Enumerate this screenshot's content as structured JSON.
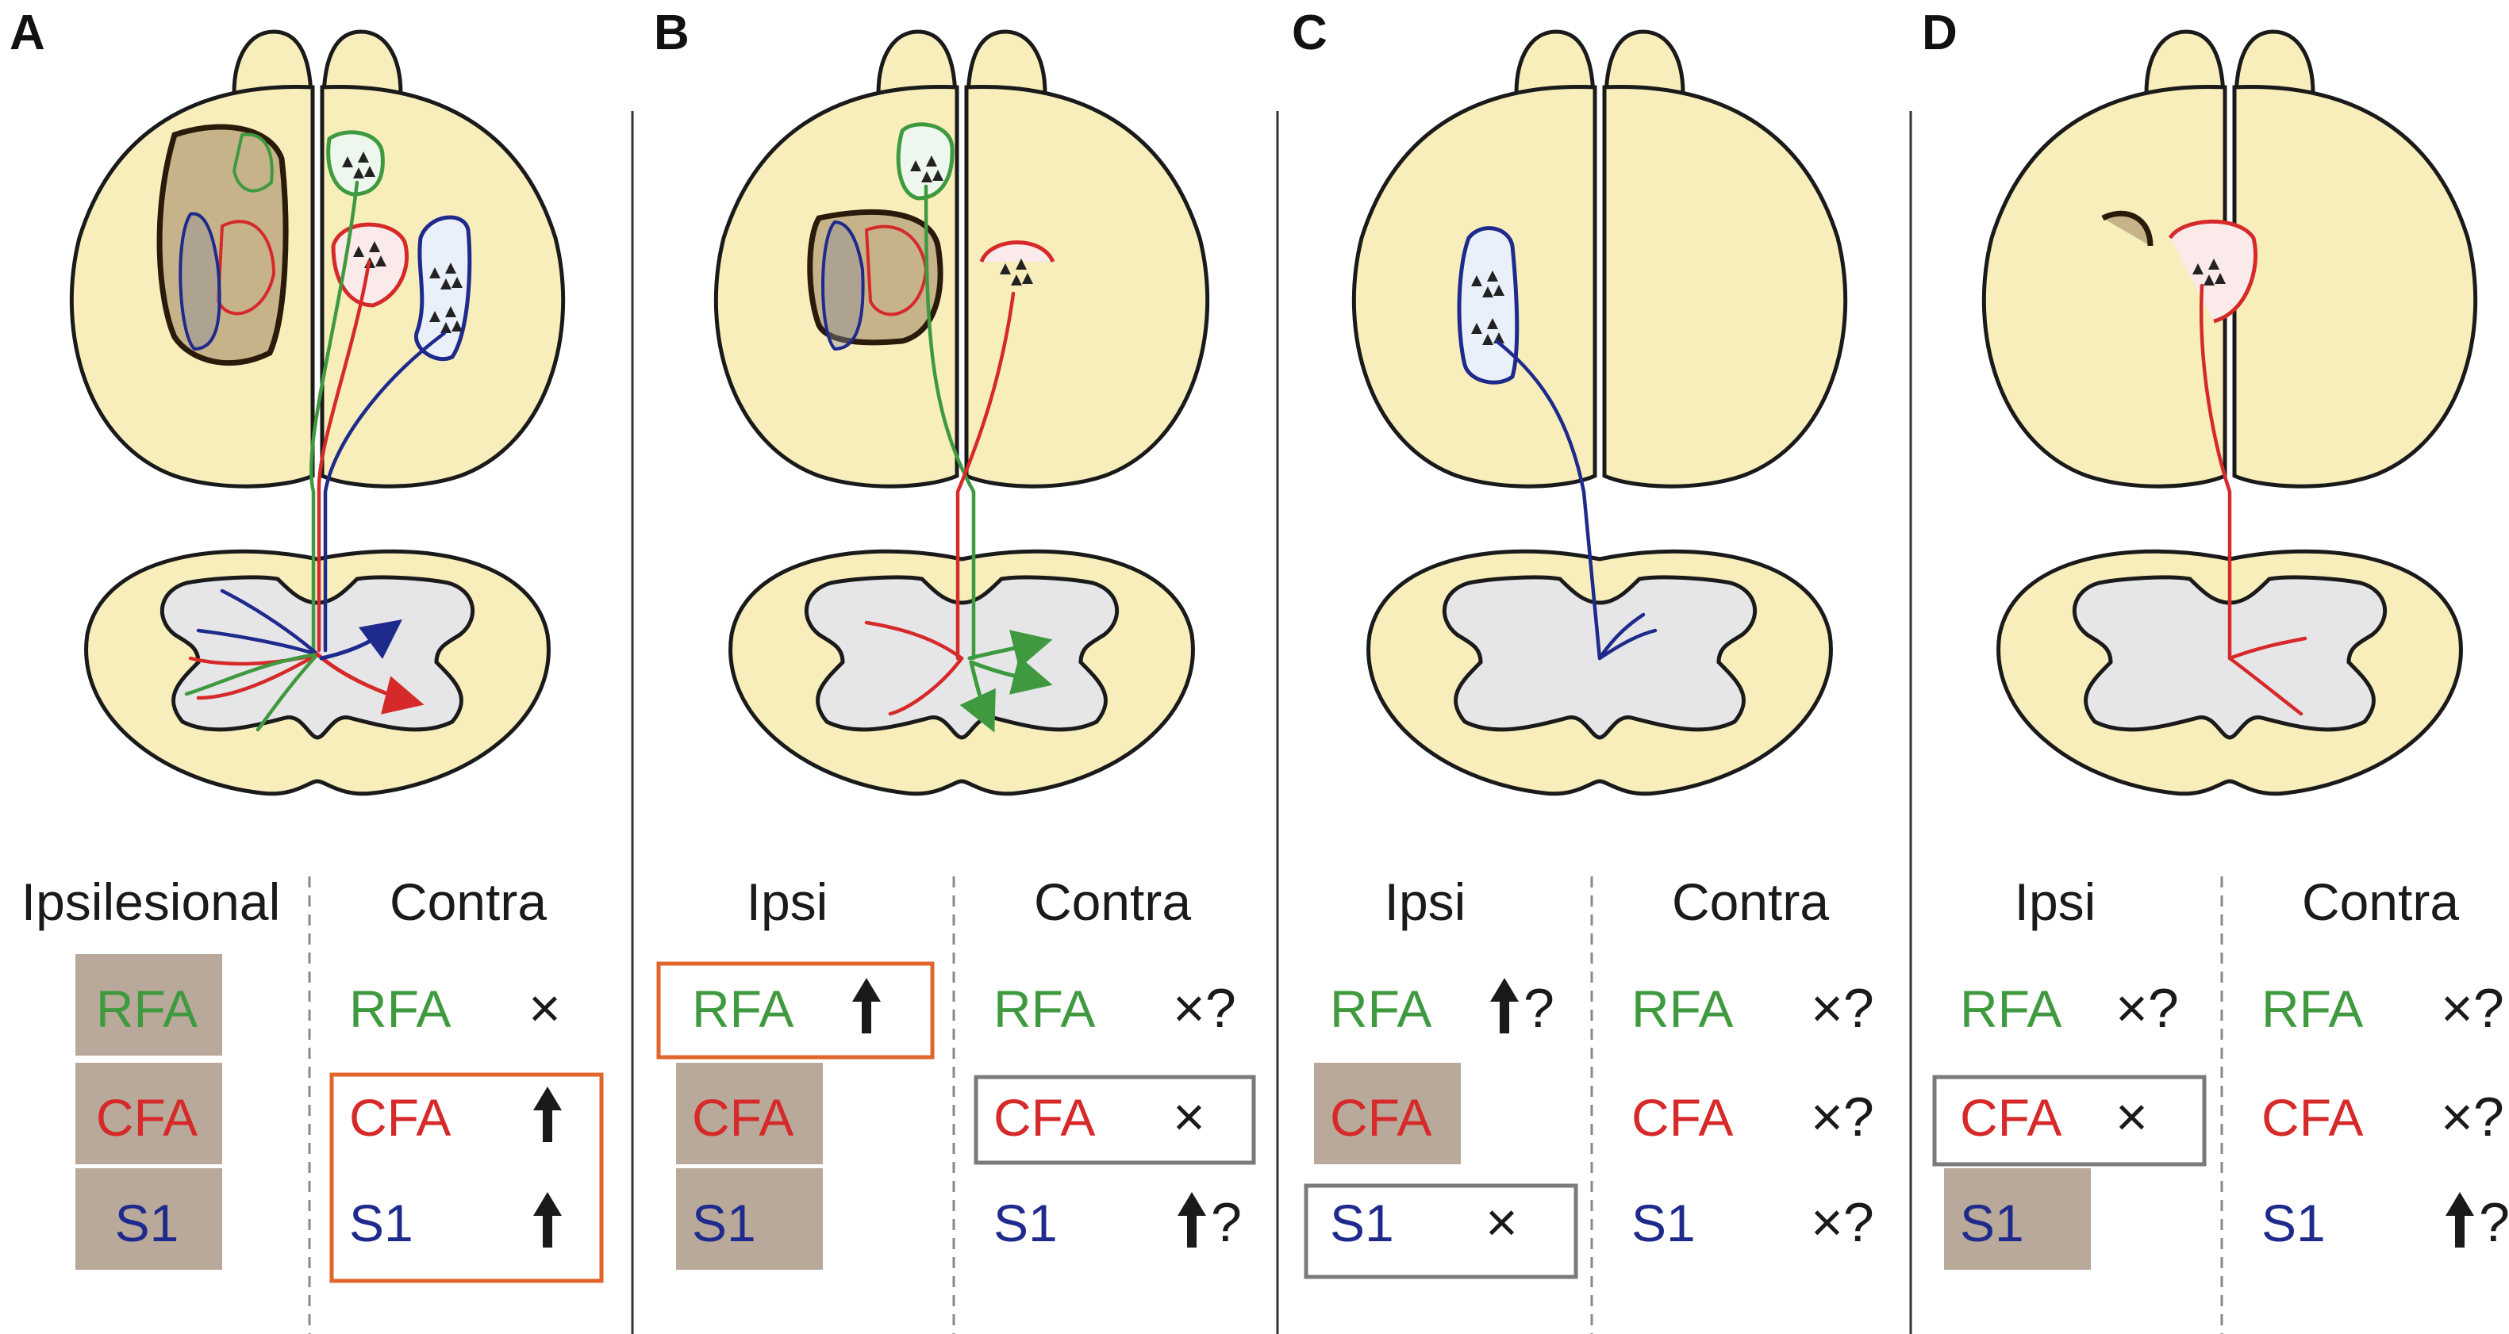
{
  "panels": [
    {
      "letter": "A",
      "ipsi_header": "Ipsilesional",
      "contra_header": "Contra",
      "ipsi": [
        {
          "label": "RFA",
          "symbol": ""
        },
        {
          "label": "CFA",
          "symbol": ""
        },
        {
          "label": "S1",
          "symbol": ""
        }
      ],
      "contra": [
        {
          "label": "RFA",
          "symbol": "×"
        },
        {
          "label": "CFA",
          "symbol": "up-arrow"
        },
        {
          "label": "S1",
          "symbol": "up-arrow"
        }
      ]
    },
    {
      "letter": "B",
      "ipsi_header": "Ipsi",
      "contra_header": "Contra",
      "ipsi": [
        {
          "label": "RFA",
          "symbol": "up-arrow"
        },
        {
          "label": "CFA",
          "symbol": ""
        },
        {
          "label": "S1",
          "symbol": ""
        }
      ],
      "contra": [
        {
          "label": "RFA",
          "symbol": "×?"
        },
        {
          "label": "CFA",
          "symbol": "×"
        },
        {
          "label": "S1",
          "symbol": "up-arrow",
          "suffix": "?"
        }
      ]
    },
    {
      "letter": "C",
      "ipsi_header": "Ipsi",
      "contra_header": "Contra",
      "ipsi": [
        {
          "label": "RFA",
          "symbol": "up-arrow",
          "suffix": "?"
        },
        {
          "label": "CFA",
          "symbol": ""
        },
        {
          "label": "S1",
          "symbol": "×"
        }
      ],
      "contra": [
        {
          "label": "RFA",
          "symbol": "×?"
        },
        {
          "label": "CFA",
          "symbol": "×?"
        },
        {
          "label": "S1",
          "symbol": "×?"
        }
      ]
    },
    {
      "letter": "D",
      "ipsi_header": "Ipsi",
      "contra_header": "Contra",
      "ipsi": [
        {
          "label": "RFA",
          "symbol": "×?"
        },
        {
          "label": "CFA",
          "symbol": "×"
        },
        {
          "label": "S1",
          "symbol": ""
        }
      ],
      "contra": [
        {
          "label": "RFA",
          "symbol": "×?"
        },
        {
          "label": "CFA",
          "symbol": "×?"
        },
        {
          "label": "S1",
          "symbol": "up-arrow",
          "suffix": "?"
        }
      ]
    }
  ],
  "colors": {
    "RFA": "#3f9a3f",
    "CFA": "#d62a2a",
    "S1": "#1e2a8c",
    "lesion_box": "#b9a99a",
    "highlight_box_orange": "#e0652a",
    "highlight_box_gray": "#7a7a7a"
  }
}
